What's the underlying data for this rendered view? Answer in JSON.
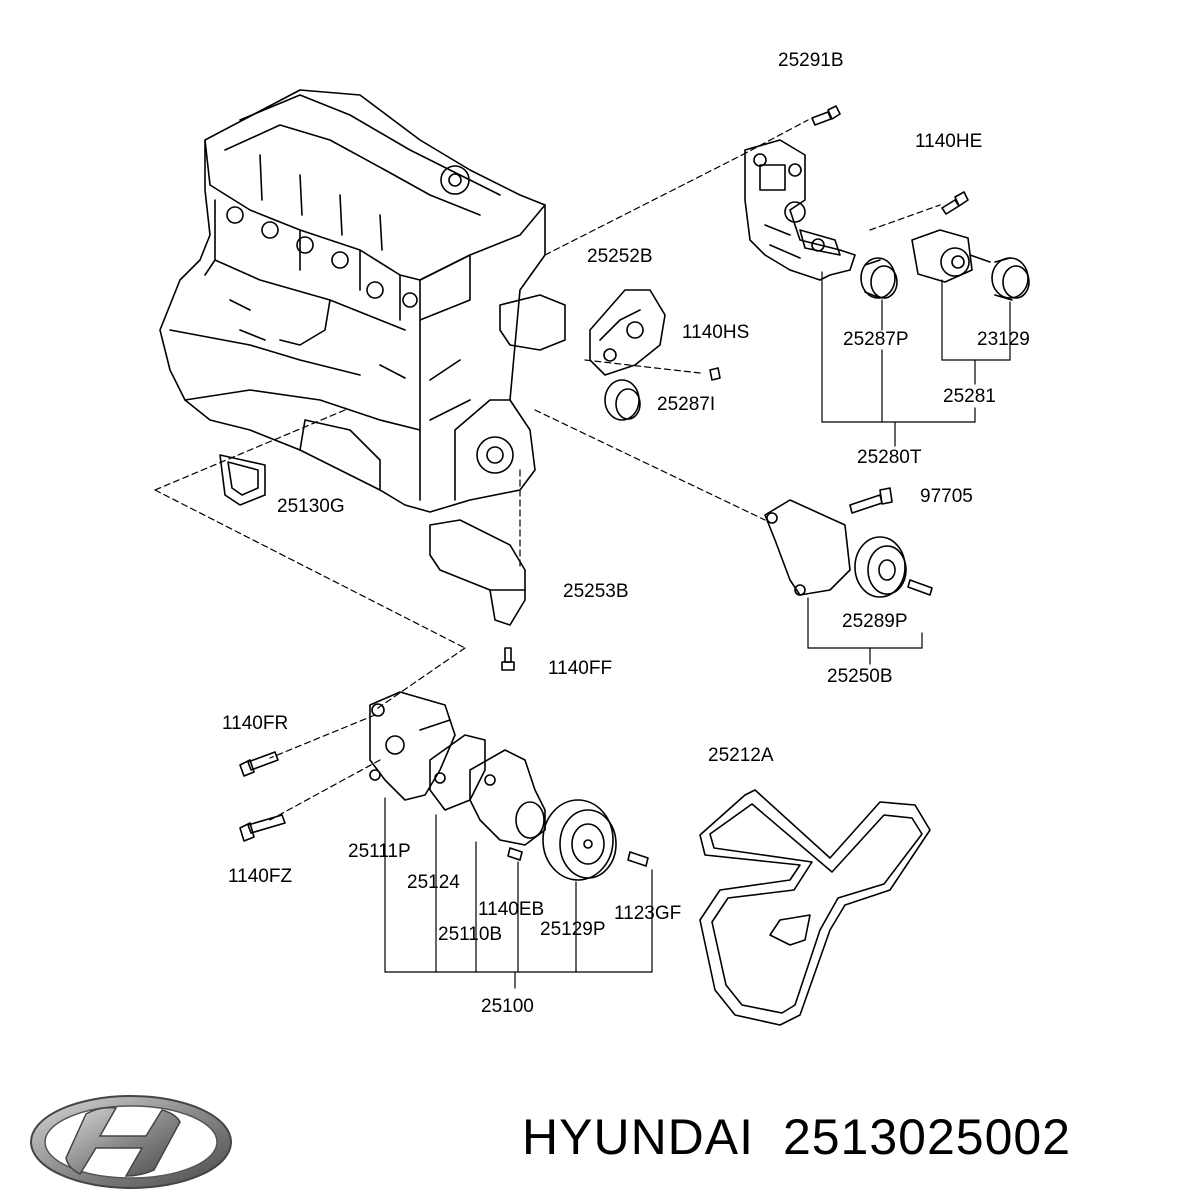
{
  "parts": {
    "p25291B": "25291B",
    "p1140HE": "1140HE",
    "p25252B": "25252B",
    "p1140HS": "1140HS",
    "p25287P": "25287P",
    "p23129": "23129",
    "p25287I": "25287I",
    "p25281": "25281",
    "p25280T": "25280T",
    "p97705": "97705",
    "p25130G": "25130G",
    "p25253B": "25253B",
    "p25289P": "25289P",
    "p1140FF": "1140FF",
    "p25250B": "25250B",
    "p1140FR": "1140FR",
    "p25212A": "25212A",
    "p25111P": "25111P",
    "p1140FZ": "1140FZ",
    "p25124": "25124",
    "p1140EB": "1140EB",
    "p1123GF": "1123GF",
    "p25110B": "25110B",
    "p25129P": "25129P",
    "p25100": "25100"
  },
  "brand": {
    "name": "HYUNDAI",
    "part_number": "2513025002",
    "logo": "hyundai-logo"
  }
}
